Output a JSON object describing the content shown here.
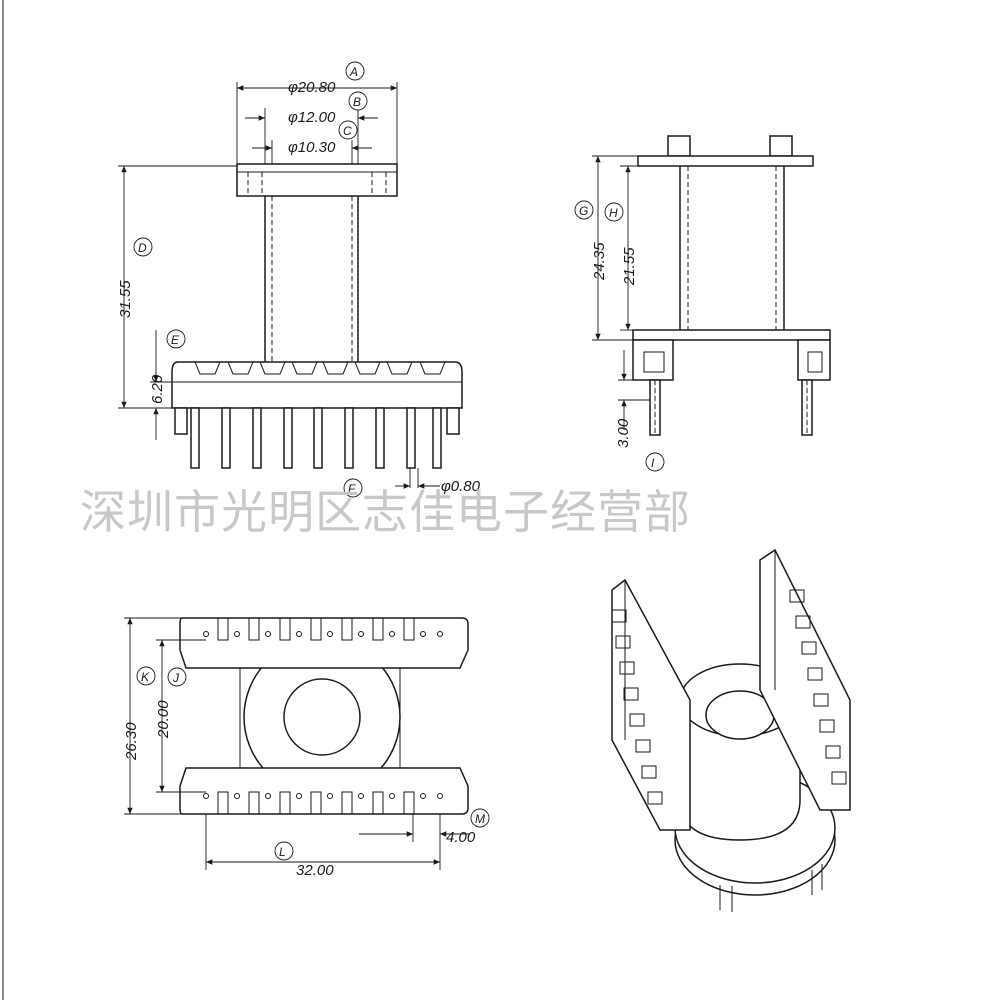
{
  "watermark": "深圳市光明区志佳电子经营部",
  "front_view": {
    "dims": {
      "A": {
        "letter": "A",
        "value": "φ20.80"
      },
      "B": {
        "letter": "B",
        "value": "φ12.00"
      },
      "C": {
        "letter": "C",
        "value": "φ10.30"
      },
      "D": {
        "letter": "D",
        "value": "31.55"
      },
      "E": {
        "letter": "E",
        "value": "6.20"
      },
      "F": {
        "letter": "F",
        "value": "φ0.80"
      }
    }
  },
  "side_view": {
    "dims": {
      "G": {
        "letter": "G",
        "value": "24.35"
      },
      "H": {
        "letter": "H",
        "value": "21.55"
      },
      "I": {
        "letter": "I",
        "value": "3.00"
      }
    }
  },
  "bottom_view": {
    "dims": {
      "K": {
        "letter": "K",
        "value": "26.30"
      },
      "J": {
        "letter": "J",
        "value": "20.00"
      },
      "L": {
        "letter": "L",
        "value": "32.00"
      },
      "M": {
        "letter": "M",
        "value": "4.00"
      }
    }
  },
  "colors": {
    "line": "#1a1a1a",
    "watermark": "#c8c8c8",
    "background": "#ffffff"
  }
}
